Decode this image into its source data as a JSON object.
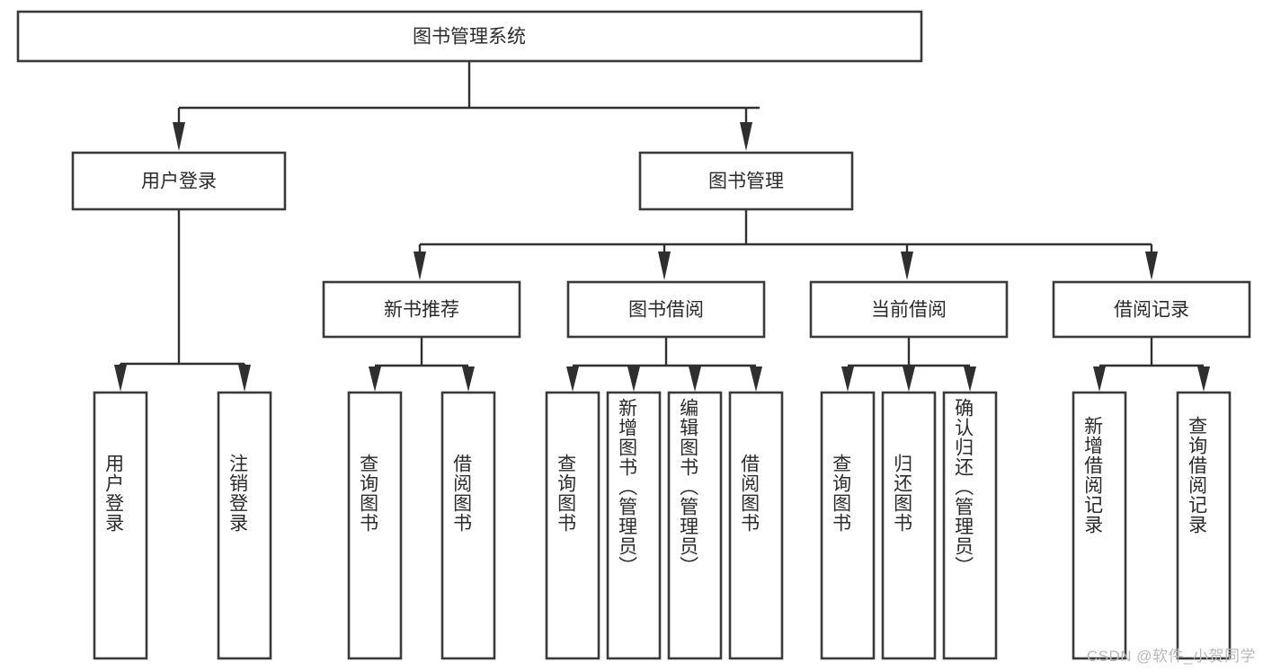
{
  "diagram": {
    "type": "tree-flowchart",
    "title_node": {
      "label": "图书管理系统"
    },
    "level1": [
      {
        "label": "用户登录"
      },
      {
        "label": "图书管理"
      }
    ],
    "level2": [
      {
        "label": "新书推荐"
      },
      {
        "label": "图书借阅"
      },
      {
        "label": "当前借阅"
      },
      {
        "label": "借阅记录"
      }
    ],
    "leaves": {
      "user_login": [
        {
          "label": "用户登录"
        },
        {
          "label": "注销登录"
        }
      ],
      "new_book_recommend": [
        {
          "label": "查询图书"
        },
        {
          "label": "借阅图书"
        }
      ],
      "book_borrow": [
        {
          "label": "查询图书"
        },
        {
          "label": "新增图书（管理员）"
        },
        {
          "label": "编辑图书（管理员）"
        },
        {
          "label": "借阅图书"
        }
      ],
      "current_borrow": [
        {
          "label": "查询图书"
        },
        {
          "label": "归还图书"
        },
        {
          "label": "确认归还（管理员）"
        }
      ],
      "borrow_record": [
        {
          "label": "新增借阅记录"
        },
        {
          "label": "查询借阅记录"
        }
      ]
    }
  },
  "watermark": {
    "text": "CSDN @软件_小贺同学"
  },
  "colors": {
    "box_stroke": "#3a3a3a",
    "connector": "#2f2f2f",
    "text": "#2b2b2b",
    "background": "#ffffff",
    "watermark": "#b9b9b9"
  }
}
